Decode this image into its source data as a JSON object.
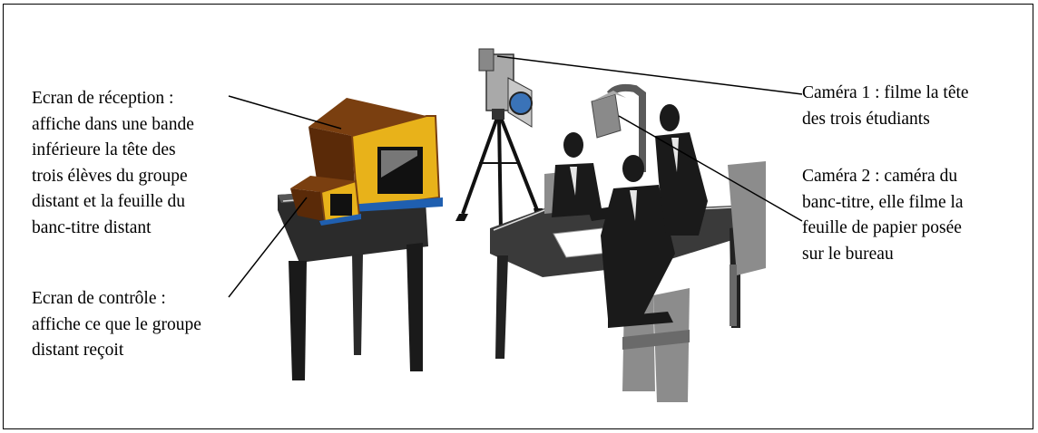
{
  "labels": {
    "reception_screen": [
      "Ecran de réception :",
      "affiche dans une bande",
      "inférieure la tête des",
      "trois élèves du groupe",
      "distant et la feuille du",
      "banc-titre distant"
    ],
    "control_screen": [
      "Ecran de contrôle :",
      "affiche ce que le groupe",
      "distant reçoit"
    ],
    "camera_1": [
      "Caméra 1 : filme la tête",
      "des trois étudiants"
    ],
    "camera_2": [
      "Caméra 2 : caméra du",
      "banc-titre, elle filme la",
      "feuille de papier posée",
      "sur le bureau"
    ]
  },
  "colors": {
    "silhouette": "#1a1a1a",
    "table_top": "#3a3a3a",
    "chair": "#8c8c8c",
    "monitor_yellow": "#e8b21a",
    "monitor_dark": "#7a3f10",
    "monitor_blue": "#1f5fb0"
  }
}
